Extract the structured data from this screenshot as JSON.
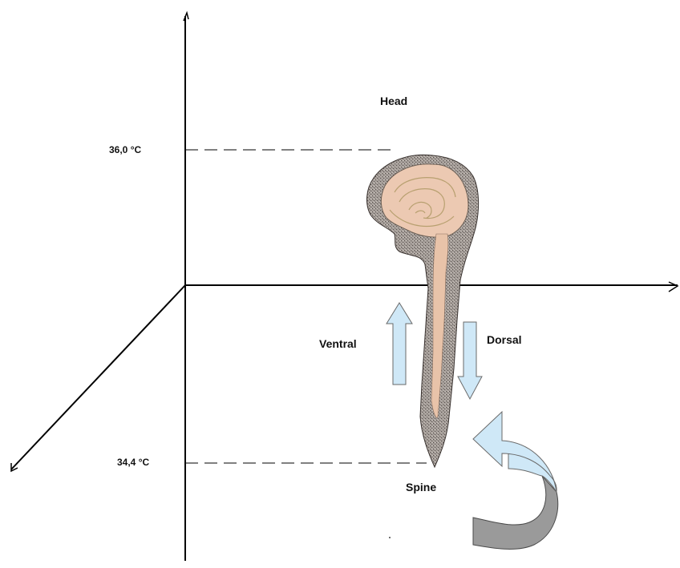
{
  "labels": {
    "head": "Head",
    "temp_top": "36,0 °C",
    "ventral": "Ventral",
    "dorsal": "Dorsal",
    "temp_bottom": "34,4 °C",
    "spine": "Spine"
  },
  "colors": {
    "axis": "#000000",
    "brain_fill": "#ecc9b2",
    "brain_outline": "#3a3330",
    "tissue_dark": "#8a8480",
    "cord_fill": "#e8c3a9",
    "arrow_fill": "#cfe8f7",
    "arrow_outline": "#6a6a6a",
    "ribbon_dark": "#9a9a9a"
  }
}
